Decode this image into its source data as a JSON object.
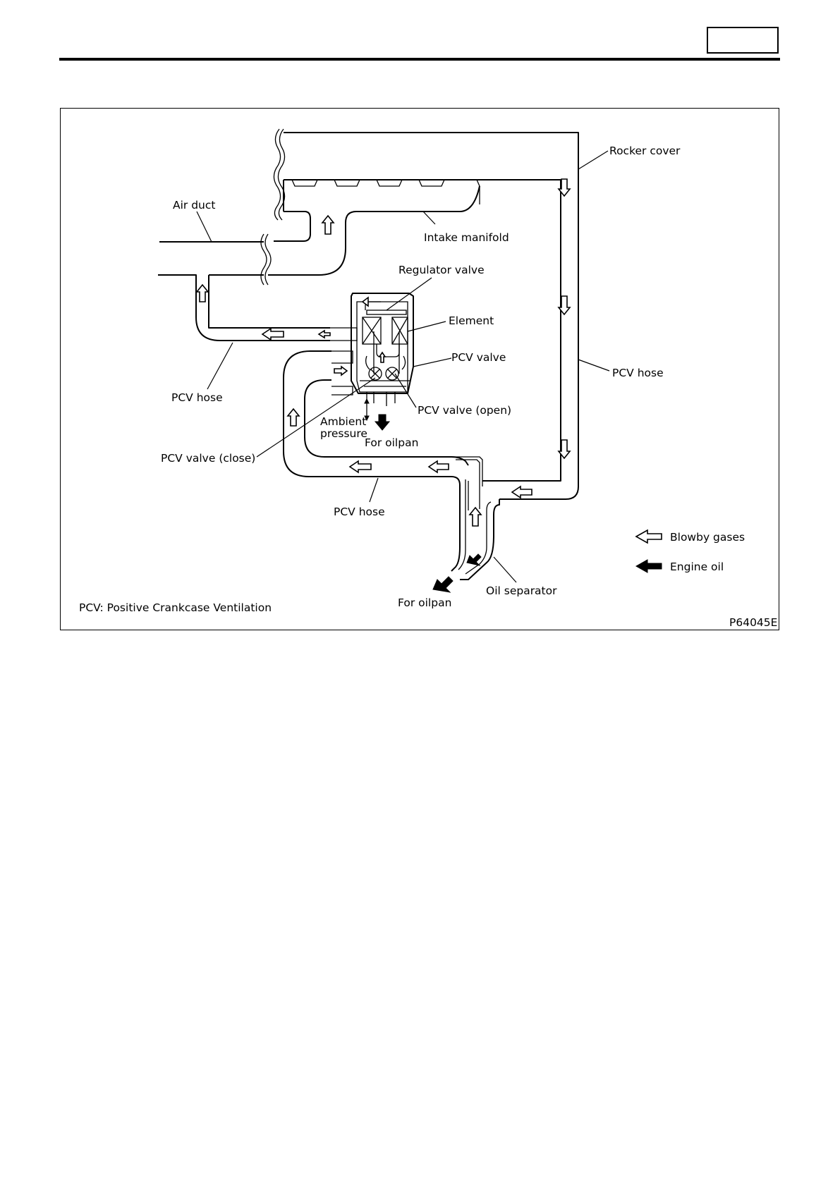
{
  "header": {
    "page_box": ""
  },
  "labels": {
    "rocker_cover": "Rocker cover",
    "air_duct": "Air duct",
    "intake_manifold": "Intake manifold",
    "regulator_valve": "Regulator valve",
    "element": "Element",
    "pcv_valve": "PCV valve",
    "pcv_hose_right": "PCV hose",
    "pcv_hose_left": "PCV hose",
    "pcv_valve_open": "PCV valve (open)",
    "ambient_line1": "Ambient",
    "ambient_line2": "pressure",
    "for_oilpan_upper": "For oilpan",
    "pcv_valve_close": "PCV valve (close)",
    "pcv_hose_bottom": "PCV hose",
    "oil_separator": "Oil separator",
    "for_oilpan_lower": "For oilpan"
  },
  "legend": {
    "blowby": "Blowby gases",
    "engine_oil": "Engine oil"
  },
  "footnote": "PCV: Positive Crankcase Ventilation",
  "figure_id": "P64045E",
  "colors": {
    "ink": "#000000",
    "paper": "#ffffff"
  }
}
